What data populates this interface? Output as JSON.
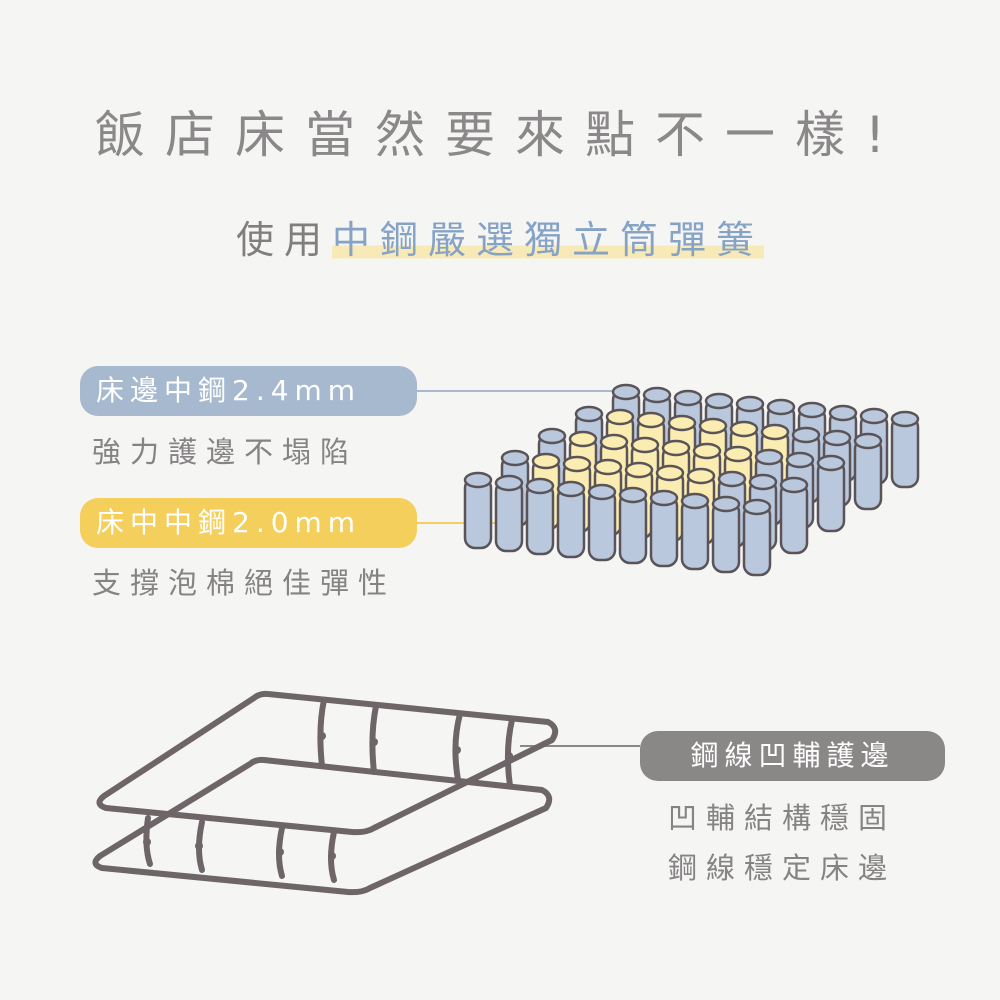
{
  "title": "飯店床當然要來點不一樣!",
  "subtitle": {
    "plain": "使用",
    "highlight": "中鋼嚴選獨立筒彈簧"
  },
  "callouts": [
    {
      "label": "床邊中鋼2.4mm",
      "desc": "強力護邊不塌陷"
    },
    {
      "label": "床中中鋼2.0mm",
      "desc": "支撐泡棉絕佳彈性"
    }
  ],
  "frame_callout": {
    "label": "鋼線凹輔護邊",
    "desc_lines": [
      "凹輔結構穩固",
      "鋼線穩定床邊"
    ]
  },
  "colors": {
    "edge_spring": "#b9c8dc",
    "center_spring": "#fbecb2",
    "outline": "#5a5458",
    "blue_label": "#a6b9cf",
    "yellow_label": "#f4cf5c",
    "gray_label": "#8a8787"
  }
}
